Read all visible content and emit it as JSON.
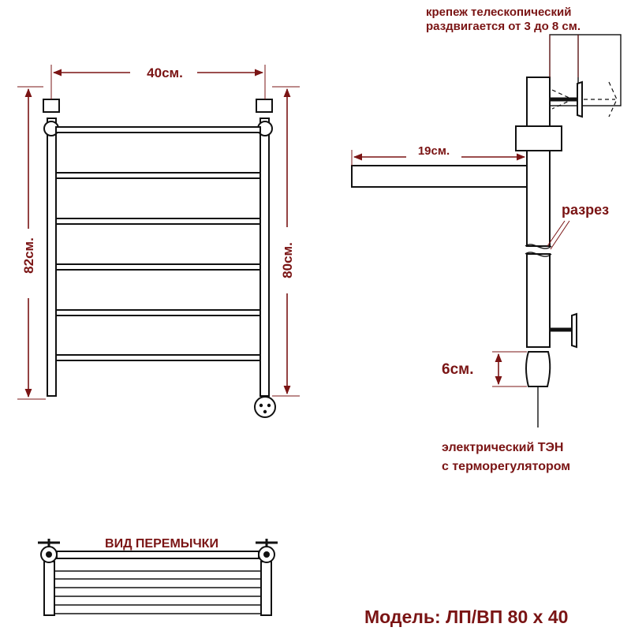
{
  "labels": {
    "width_top": "40см.",
    "height_left": "82см.",
    "height_right": "80см.",
    "depth": "19см.",
    "mount_line1": "крепеж телескопический",
    "mount_line2": "раздвигается от 3 до 8 см.",
    "section": "разрез",
    "heater_height": "6см.",
    "heater_line1": "электрический   ТЭН",
    "heater_line2": "с терморегулятором",
    "jumper_view": "ВИД ПЕРЕМЫЧКИ",
    "model": "Модель: ЛП/ВП 80 х 40"
  },
  "colors": {
    "annotation": "#7a1414",
    "outline": "#111111",
    "background": "#ffffff"
  }
}
